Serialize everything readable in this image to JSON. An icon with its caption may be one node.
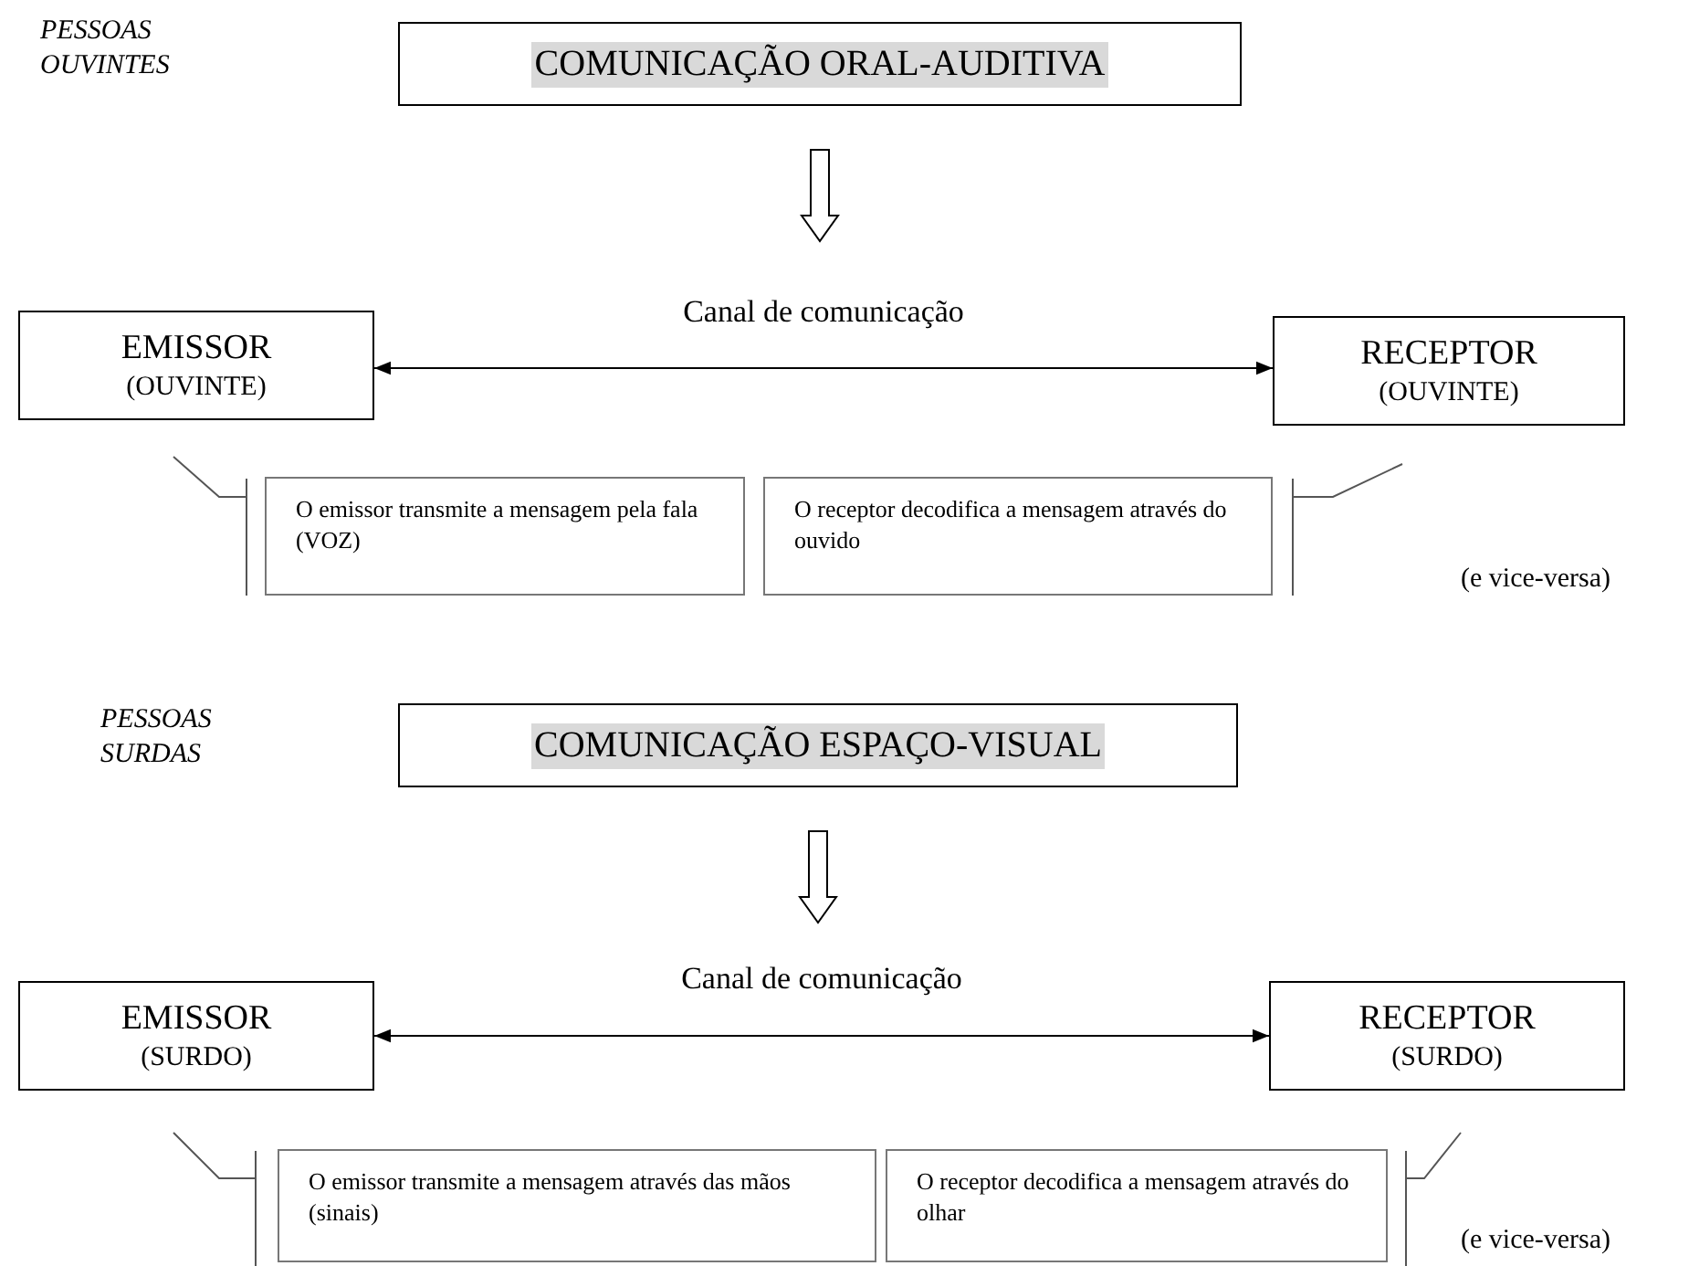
{
  "diagram": {
    "nodes": [
      {
        "text": [
          "COMUNICAÇÃO ORAL-AUDITIVA"
        ]
      },
      {
        "text": [
          "EMISSOR",
          "(OUVINTE)"
        ]
      },
      {
        "text": [
          "RECEPTOR",
          "(OUVINTE)"
        ]
      },
      {
        "text": [
          "O emissor transmite a mensagem pela fala (VOZ)"
        ]
      },
      {
        "text": [
          "O receptor decodifica a mensagem através do ouvido"
        ]
      },
      {
        "text": [
          "COMUNICAÇÃO ESPAÇO-VISUAL"
        ]
      },
      {
        "text": [
          "EMISSOR",
          "(SURDO)"
        ]
      },
      {
        "text": [
          "RECEPTOR",
          "(SURDO)"
        ]
      },
      {
        "text": [
          "O emissor transmite a mensagem através das mãos (sinais)"
        ]
      },
      {
        "text": [
          "O receptor decodifica a mensagem através do olhar"
        ]
      }
    ],
    "edges": [
      {
        "from": 0,
        "to": null,
        "arrow": "to",
        "style": "thick"
      },
      {
        "from": 1,
        "to": 2,
        "arrow": "both",
        "label": "Canal de comunicação"
      },
      {
        "from": 5,
        "to": null,
        "arrow": "to",
        "style": "thick"
      },
      {
        "from": 6,
        "to": 7,
        "arrow": "both",
        "label": "Canal de comunicação"
      }
    ],
    "labels": [
      "PESSOAS OUVINTES",
      "(e vice-versa)",
      "PESSOAS SURDAS",
      "(e vice-versa)"
    ]
  }
}
